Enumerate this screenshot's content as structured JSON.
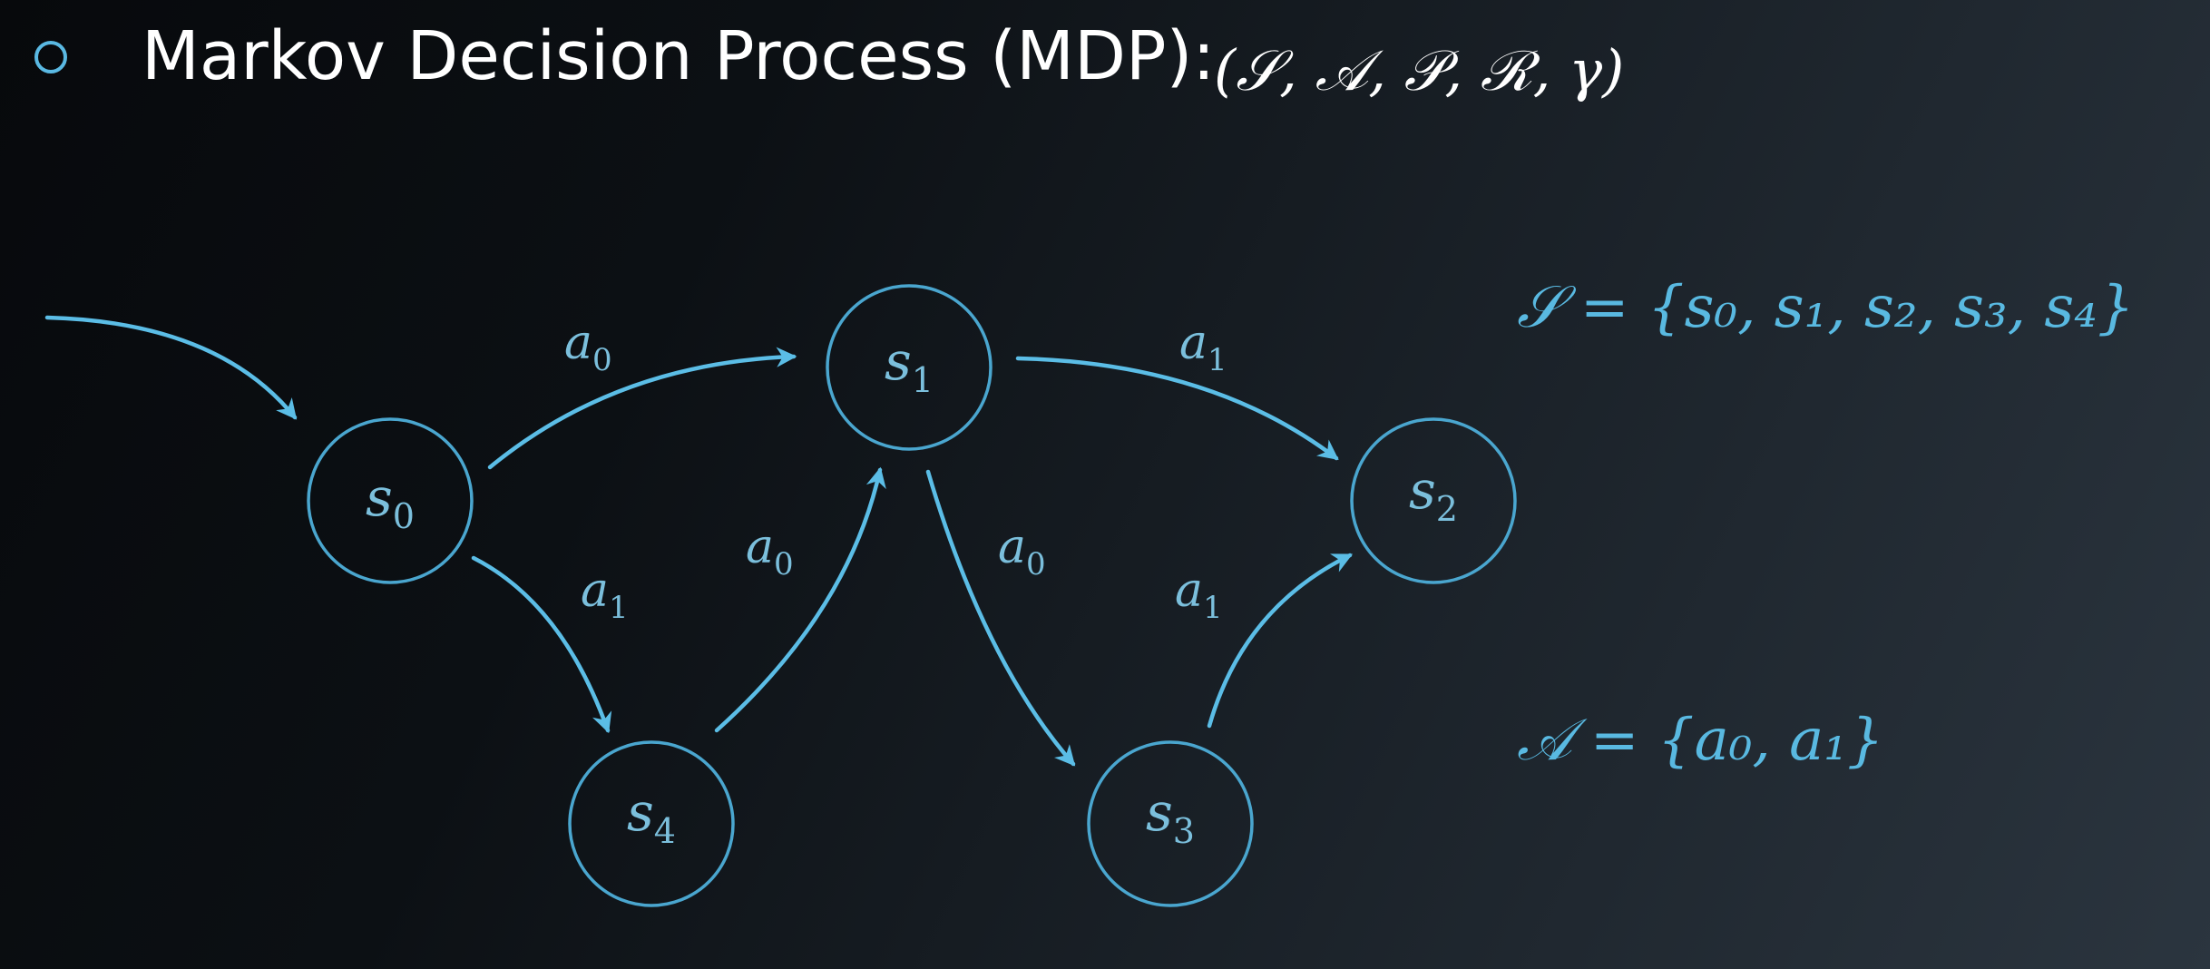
{
  "header": {
    "title": "Markov Decision Process (MDP):",
    "tuple": "(𝒮, 𝒜, 𝒫, ℛ, γ)",
    "bullet_icon": "hollow-circle-bullet"
  },
  "diagram": {
    "nodes": [
      {
        "id": "s0",
        "base": "s",
        "sub": "0"
      },
      {
        "id": "s1",
        "base": "s",
        "sub": "1"
      },
      {
        "id": "s2",
        "base": "s",
        "sub": "2"
      },
      {
        "id": "s3",
        "base": "s",
        "sub": "3"
      },
      {
        "id": "s4",
        "base": "s",
        "sub": "4"
      }
    ],
    "edges": [
      {
        "from": "start",
        "to": "s0",
        "base": "",
        "sub": ""
      },
      {
        "from": "s0",
        "to": "s1",
        "base": "a",
        "sub": "0"
      },
      {
        "from": "s0",
        "to": "s4",
        "base": "a",
        "sub": "1"
      },
      {
        "from": "s4",
        "to": "s1",
        "base": "a",
        "sub": "0"
      },
      {
        "from": "s1",
        "to": "s2",
        "base": "a",
        "sub": "1"
      },
      {
        "from": "s1",
        "to": "s3",
        "base": "a",
        "sub": "0"
      },
      {
        "from": "s3",
        "to": "s2",
        "base": "a",
        "sub": "1"
      }
    ]
  },
  "definitions": {
    "states": "𝒮 = {s₀, s₁, s₂, s₃, s₄}",
    "actions": "𝒜 = {a₀, a₁}"
  },
  "colors": {
    "accent": "#5bbde6",
    "node_stroke": "#4aa6cf",
    "label_text": "#7bbfdc",
    "title_text": "#ffffff"
  }
}
